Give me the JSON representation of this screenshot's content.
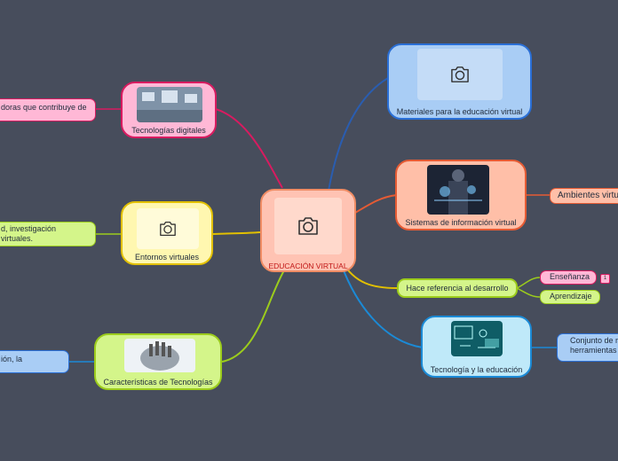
{
  "center": {
    "label": "EDUCACIÓN VIRTUAL",
    "icon": "camera-icon"
  },
  "topics": {
    "materiales": {
      "label": "Materiales para la educación virtual",
      "icon": "camera-icon"
    },
    "sistemas": {
      "label": "Sistemas de información virtual",
      "leaf": "Ambientes virtua"
    },
    "hace_referencia": {
      "label": "Hace referencia al desarrollo",
      "children": [
        "Enseñanza",
        "Aprendizaje"
      ],
      "badge": "1"
    },
    "tecnologia_educacion": {
      "label": "Tecnología y la educación",
      "leaf_line1": "Conjunto de r",
      "leaf_line2": "herramientas"
    },
    "tecnologias_digitales": {
      "label": "Tecnologías digitales",
      "leaf": "doras que contribuye de"
    },
    "entornos": {
      "label": "Entornos virtuales",
      "icon": "camera-icon",
      "leaf_line1": "d, investigación",
      "leaf_line2": "virtuales."
    },
    "caracteristicas": {
      "label": "Características de Tecnologías",
      "leaf": "ión, la"
    }
  },
  "colors": {
    "background": "#474d5c",
    "center": "#ffc3b3",
    "materiales": "#a9cdf5",
    "sistemas": "#ffbfa8",
    "hace_referencia": "#d4f58a",
    "tecnologia_educacion": "#bfe9f9",
    "tecnologias_digitales": "#ffb8d6",
    "entornos": "#fff7b0",
    "caracteristicas": "#d4f58a"
  }
}
